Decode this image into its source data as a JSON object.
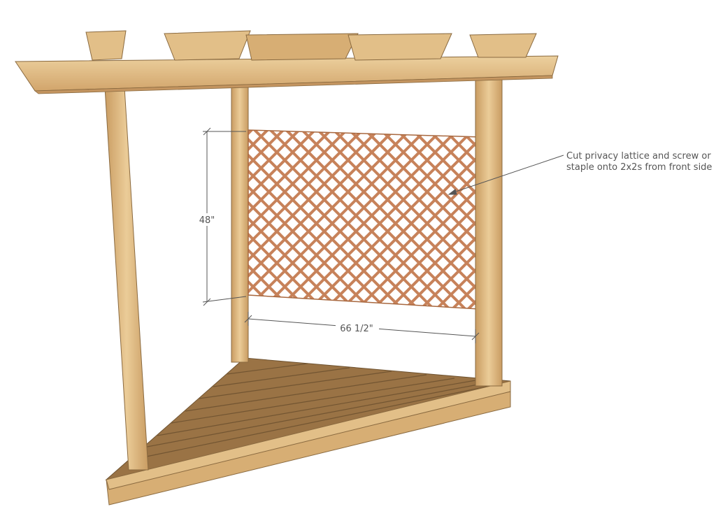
{
  "diagram": {
    "dimensions": {
      "height_label": "48\"",
      "width_label": "66 1/2\""
    },
    "callout": {
      "text": "Cut privacy lattice and screw or staple onto 2x2s from front side"
    },
    "colors": {
      "wood_light": "#e6c592",
      "wood_mid": "#d7ae74",
      "wood_dark": "#b88a54",
      "deck_boards": "#9a7345",
      "lattice": "#c7825a",
      "lines": "#555555"
    }
  }
}
